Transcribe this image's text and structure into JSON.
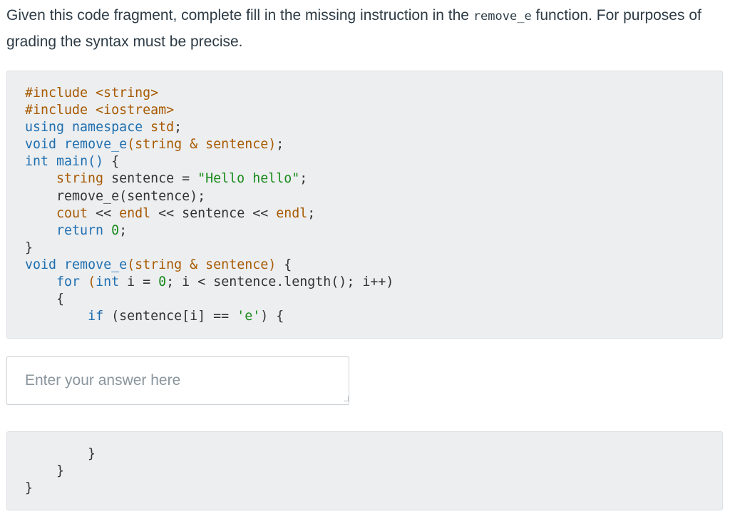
{
  "prompt": {
    "before": "Given this code fragment, complete fill in the missing instruction in the ",
    "function_name": "remove_e",
    "after": " function. For purposes of grading the syntax must be precise."
  },
  "code_top": [
    [
      {
        "c": "pp",
        "t": "#include <string>"
      }
    ],
    [
      {
        "c": "pp",
        "t": "#include <iostream>"
      }
    ],
    [
      {
        "c": "kw",
        "t": "using"
      },
      {
        "c": "pl",
        "t": " "
      },
      {
        "c": "kw",
        "t": "namespace"
      },
      {
        "c": "pl",
        "t": " "
      },
      {
        "c": "ty",
        "t": "std"
      },
      {
        "c": "pl",
        "t": ";"
      }
    ],
    [
      {
        "c": "kw",
        "t": "void"
      },
      {
        "c": "pl",
        "t": " "
      },
      {
        "c": "kw",
        "t": "remove_e"
      },
      {
        "c": "ty",
        "t": "(string & sentence)"
      },
      {
        "c": "pl",
        "t": ";"
      }
    ],
    [
      {
        "c": "kw",
        "t": "int"
      },
      {
        "c": "pl",
        "t": " "
      },
      {
        "c": "kw",
        "t": "main"
      },
      {
        "c": "kw",
        "t": "()"
      },
      {
        "c": "pl",
        "t": " {"
      }
    ],
    [
      {
        "c": "pl",
        "t": "    "
      },
      {
        "c": "ty",
        "t": "string"
      },
      {
        "c": "pl",
        "t": " sentence = "
      },
      {
        "c": "str",
        "t": "\"Hello hello\""
      },
      {
        "c": "pl",
        "t": ";"
      }
    ],
    [
      {
        "c": "pl",
        "t": "    remove_e(sentence);"
      }
    ],
    [
      {
        "c": "pl",
        "t": "    "
      },
      {
        "c": "ty",
        "t": "cout"
      },
      {
        "c": "pl",
        "t": " << "
      },
      {
        "c": "ty",
        "t": "endl"
      },
      {
        "c": "pl",
        "t": " << sentence << "
      },
      {
        "c": "ty",
        "t": "endl"
      },
      {
        "c": "pl",
        "t": ";"
      }
    ],
    [
      {
        "c": "pl",
        "t": "    "
      },
      {
        "c": "kw",
        "t": "return"
      },
      {
        "c": "pl",
        "t": " "
      },
      {
        "c": "num",
        "t": "0"
      },
      {
        "c": "pl",
        "t": ";"
      }
    ],
    [
      {
        "c": "pl",
        "t": "}"
      }
    ],
    [
      {
        "c": "kw",
        "t": "void"
      },
      {
        "c": "pl",
        "t": " "
      },
      {
        "c": "kw",
        "t": "remove_e"
      },
      {
        "c": "ty",
        "t": "(string & sentence)"
      },
      {
        "c": "pl",
        "t": " {"
      }
    ],
    [
      {
        "c": "pl",
        "t": "    "
      },
      {
        "c": "kw",
        "t": "for"
      },
      {
        "c": "pl",
        "t": " "
      },
      {
        "c": "ty",
        "t": "("
      },
      {
        "c": "kw",
        "t": "int"
      },
      {
        "c": "pl",
        "t": " i = "
      },
      {
        "c": "num",
        "t": "0"
      },
      {
        "c": "pl",
        "t": "; i < sentence.length(); i++)"
      }
    ],
    [
      {
        "c": "pl",
        "t": "    {"
      }
    ],
    [
      {
        "c": "pl",
        "t": "        "
      },
      {
        "c": "kw",
        "t": "if"
      },
      {
        "c": "pl",
        "t": " (sentence[i] == "
      },
      {
        "c": "str",
        "t": "'e'"
      },
      {
        "c": "pl",
        "t": ") {"
      }
    ]
  ],
  "answer": {
    "value": "",
    "placeholder": "Enter your answer here"
  },
  "code_bottom": [
    [
      {
        "c": "pl",
        "t": "        }"
      }
    ],
    [
      {
        "c": "pl",
        "t": "    }"
      }
    ],
    [
      {
        "c": "pl",
        "t": "}"
      }
    ]
  ]
}
